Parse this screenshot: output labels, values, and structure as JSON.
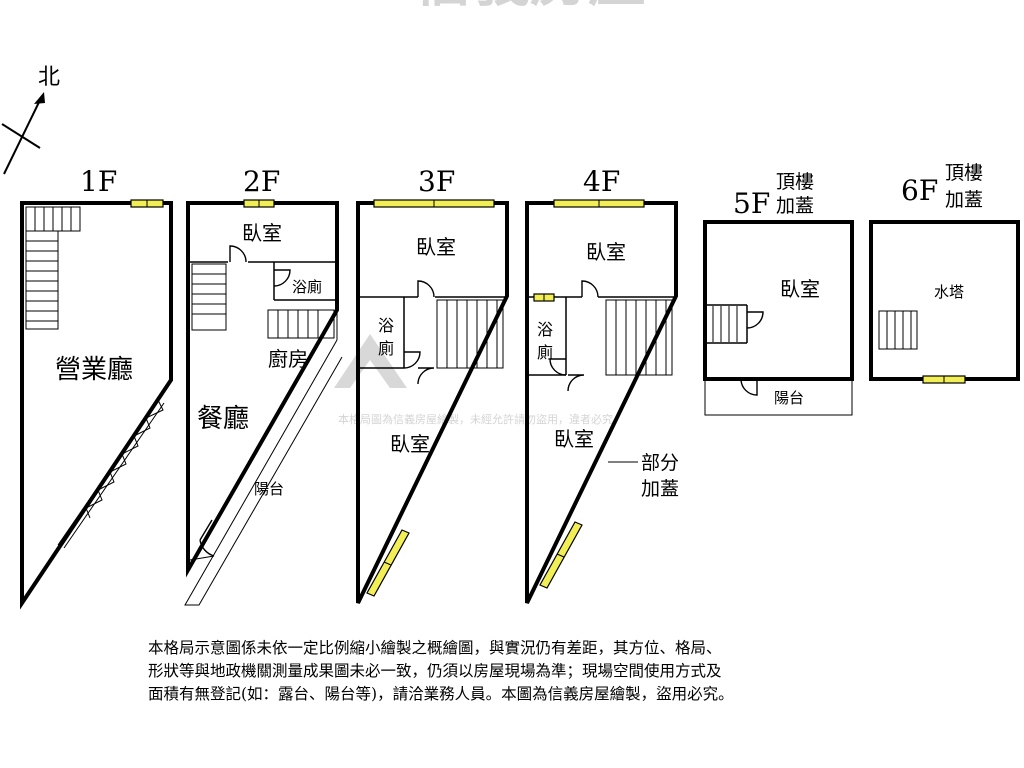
{
  "compass": {
    "label": "北"
  },
  "floors": {
    "f1": {
      "label": "1F",
      "rooms": {
        "main": "營業廳"
      }
    },
    "f2": {
      "label": "2F",
      "rooms": {
        "bedroom": "臥室",
        "bath": "浴廁",
        "kitchen": "廚房",
        "dining": "餐廳",
        "balcony": "陽台"
      }
    },
    "f3": {
      "label": "3F",
      "rooms": {
        "bedroom_top": "臥室",
        "bath_line1": "浴",
        "bath_line2": "廁",
        "bedroom_bottom": "臥室"
      }
    },
    "f4": {
      "label": "4F",
      "rooms": {
        "bedroom_top": "臥室",
        "bath_line1": "浴",
        "bath_line2": "廁",
        "bedroom_bottom": "臥室"
      },
      "note_line1": "部分",
      "note_line2": "加蓋"
    },
    "f5": {
      "label": "5F",
      "tag_line1": "頂樓",
      "tag_line2": "加蓋",
      "rooms": {
        "bedroom": "臥室",
        "balcony": "陽台"
      }
    },
    "f6": {
      "label": "6F",
      "tag_line1": "頂樓",
      "tag_line2": "加蓋",
      "rooms": {
        "water_tower": "水塔"
      }
    }
  },
  "watermark": {
    "brand": "信義房屋",
    "notice": "本格局圖為信義房屋繪製，未經允許請勿盜用，違者必究"
  },
  "disclaimer": [
    "本格局示意圖係未依一定比例縮小繪製之概繪圖，與實況仍有差距，其方位、格局、",
    "形狀等與地政機關測量成果圖未必一致，仍須以房屋現場為準；現場空間使用方式及",
    "面積有無登記(如：露台、陽台等)，請洽業務人員。本圖為信義房屋繪製，盜用必究。"
  ],
  "colors": {
    "window": "#f2ee55",
    "wall": "#000000",
    "watermark": "#d4d4d4"
  },
  "icons": {
    "compass": "north-arrow-icon",
    "watermark_logo": "house-logo-icon"
  }
}
